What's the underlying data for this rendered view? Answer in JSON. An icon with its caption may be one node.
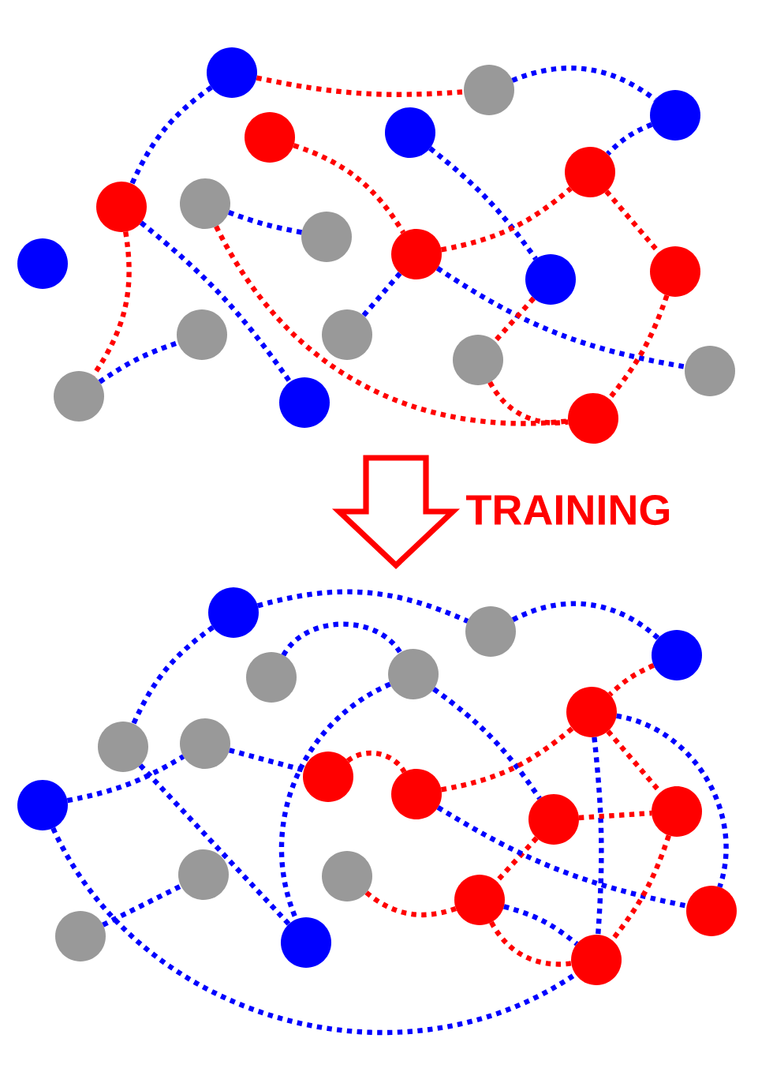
{
  "diagram": {
    "nodes": [
      {
        "text": [],
        "shape": "circle"
      },
      {
        "text": [],
        "shape": "circle"
      },
      {
        "text": [],
        "shape": "circle"
      },
      {
        "text": [],
        "shape": "circle"
      },
      {
        "text": [],
        "shape": "circle"
      },
      {
        "text": [],
        "shape": "circle"
      },
      {
        "text": [],
        "shape": "circle"
      },
      {
        "text": [],
        "shape": "circle"
      },
      {
        "text": [],
        "shape": "circle"
      },
      {
        "text": [],
        "shape": "circle"
      },
      {
        "text": [],
        "shape": "circle"
      },
      {
        "text": [],
        "shape": "circle"
      },
      {
        "text": [],
        "shape": "circle"
      },
      {
        "text": [],
        "shape": "circle"
      },
      {
        "text": [],
        "shape": "circle"
      },
      {
        "text": [],
        "shape": "circle"
      },
      {
        "text": [],
        "shape": "circle"
      },
      {
        "text": [],
        "shape": "circle"
      },
      {
        "text": [],
        "shape": "circle"
      },
      {
        "text": [],
        "shape": "circle"
      },
      {
        "text": [],
        "shape": "circle"
      },
      {
        "text": [],
        "shape": "circle"
      },
      {
        "text": [],
        "shape": "circle"
      },
      {
        "text": [],
        "shape": "circle"
      },
      {
        "text": [],
        "shape": "circle"
      },
      {
        "text": [],
        "shape": "circle"
      },
      {
        "text": [],
        "shape": "circle"
      },
      {
        "text": [],
        "shape": "circle"
      },
      {
        "text": [],
        "shape": "circle"
      },
      {
        "text": [],
        "shape": "circle"
      },
      {
        "text": [],
        "shape": "circle"
      },
      {
        "text": [],
        "shape": "circle"
      },
      {
        "text": [],
        "shape": "circle"
      },
      {
        "text": [],
        "shape": "circle"
      },
      {
        "text": [],
        "shape": "circle"
      },
      {
        "text": [],
        "shape": "circle"
      },
      {
        "text": [],
        "shape": "circle"
      },
      {
        "text": [],
        "shape": "circle"
      },
      {
        "text": [],
        "shape": "circle"
      },
      {
        "text": [],
        "shape": "circle"
      }
    ],
    "edges": [
      {
        "from": 0,
        "to": 7,
        "arrow": "none"
      },
      {
        "from": 0,
        "to": 1,
        "arrow": "none",
        "color": "#ff0000"
      },
      {
        "from": 1,
        "to": 2,
        "arrow": "none"
      },
      {
        "from": 2,
        "to": 5,
        "arrow": "none"
      },
      {
        "from": 4,
        "to": 9,
        "arrow": "none",
        "color": "#ff0000"
      },
      {
        "from": 3,
        "to": 12,
        "arrow": "none"
      },
      {
        "from": 9,
        "to": 5,
        "arrow": "none",
        "color": "#ff0000"
      },
      {
        "from": 5,
        "to": 11,
        "arrow": "none",
        "color": "#ff0000"
      },
      {
        "from": 7,
        "to": 18,
        "arrow": "none"
      },
      {
        "from": 7,
        "to": 17,
        "arrow": "none",
        "color": "#ff0000"
      },
      {
        "from": 17,
        "to": 13,
        "arrow": "none"
      },
      {
        "from": 6,
        "to": 8,
        "arrow": "none"
      },
      {
        "from": 6,
        "to": 19,
        "arrow": "none",
        "color": "#ff0000"
      },
      {
        "from": 9,
        "to": 14,
        "arrow": "none"
      },
      {
        "from": 9,
        "to": 16,
        "arrow": "none"
      },
      {
        "from": 12,
        "to": 15,
        "arrow": "none",
        "color": "#ff0000"
      },
      {
        "from": 15,
        "to": 19,
        "arrow": "none",
        "color": "#ff0000"
      },
      {
        "from": 11,
        "to": 19,
        "arrow": "none",
        "color": "#ff0000"
      },
      {
        "from": 20,
        "to": 27,
        "arrow": "none"
      },
      {
        "from": 20,
        "to": 21,
        "arrow": "none"
      },
      {
        "from": 24,
        "to": 23,
        "arrow": "none"
      },
      {
        "from": 21,
        "to": 22,
        "arrow": "none"
      },
      {
        "from": 22,
        "to": 25,
        "arrow": "none",
        "color": "#ff0000"
      },
      {
        "from": 23,
        "to": 32,
        "arrow": "none"
      },
      {
        "from": 23,
        "to": 38,
        "arrow": "none"
      },
      {
        "from": 27,
        "to": 38,
        "arrow": "none"
      },
      {
        "from": 30,
        "to": 26,
        "arrow": "none"
      },
      {
        "from": 26,
        "to": 28,
        "arrow": "none"
      },
      {
        "from": 28,
        "to": 29,
        "arrow": "none",
        "color": "#ff0000"
      },
      {
        "from": 30,
        "to": 39,
        "arrow": "none"
      },
      {
        "from": 37,
        "to": 33,
        "arrow": "none"
      },
      {
        "from": 34,
        "to": 35,
        "arrow": "none",
        "color": "#ff0000"
      },
      {
        "from": 29,
        "to": 25,
        "arrow": "none",
        "color": "#ff0000"
      },
      {
        "from": 25,
        "to": 31,
        "arrow": "none",
        "color": "#ff0000"
      },
      {
        "from": 25,
        "to": 36,
        "arrow": "none"
      },
      {
        "from": 25,
        "to": 39,
        "arrow": "none"
      },
      {
        "from": 32,
        "to": 31,
        "arrow": "none",
        "color": "#ff0000"
      },
      {
        "from": 32,
        "to": 35,
        "arrow": "none",
        "color": "#ff0000"
      },
      {
        "from": 29,
        "to": 36,
        "arrow": "none"
      },
      {
        "from": 35,
        "to": 39,
        "arrow": "none"
      },
      {
        "from": 35,
        "to": 39,
        "arrow": "none",
        "color": "#ff0000"
      },
      {
        "from": 31,
        "to": 39,
        "arrow": "none",
        "color": "#ff0000"
      }
    ],
    "labels": [
      "TRAINING"
    ]
  }
}
